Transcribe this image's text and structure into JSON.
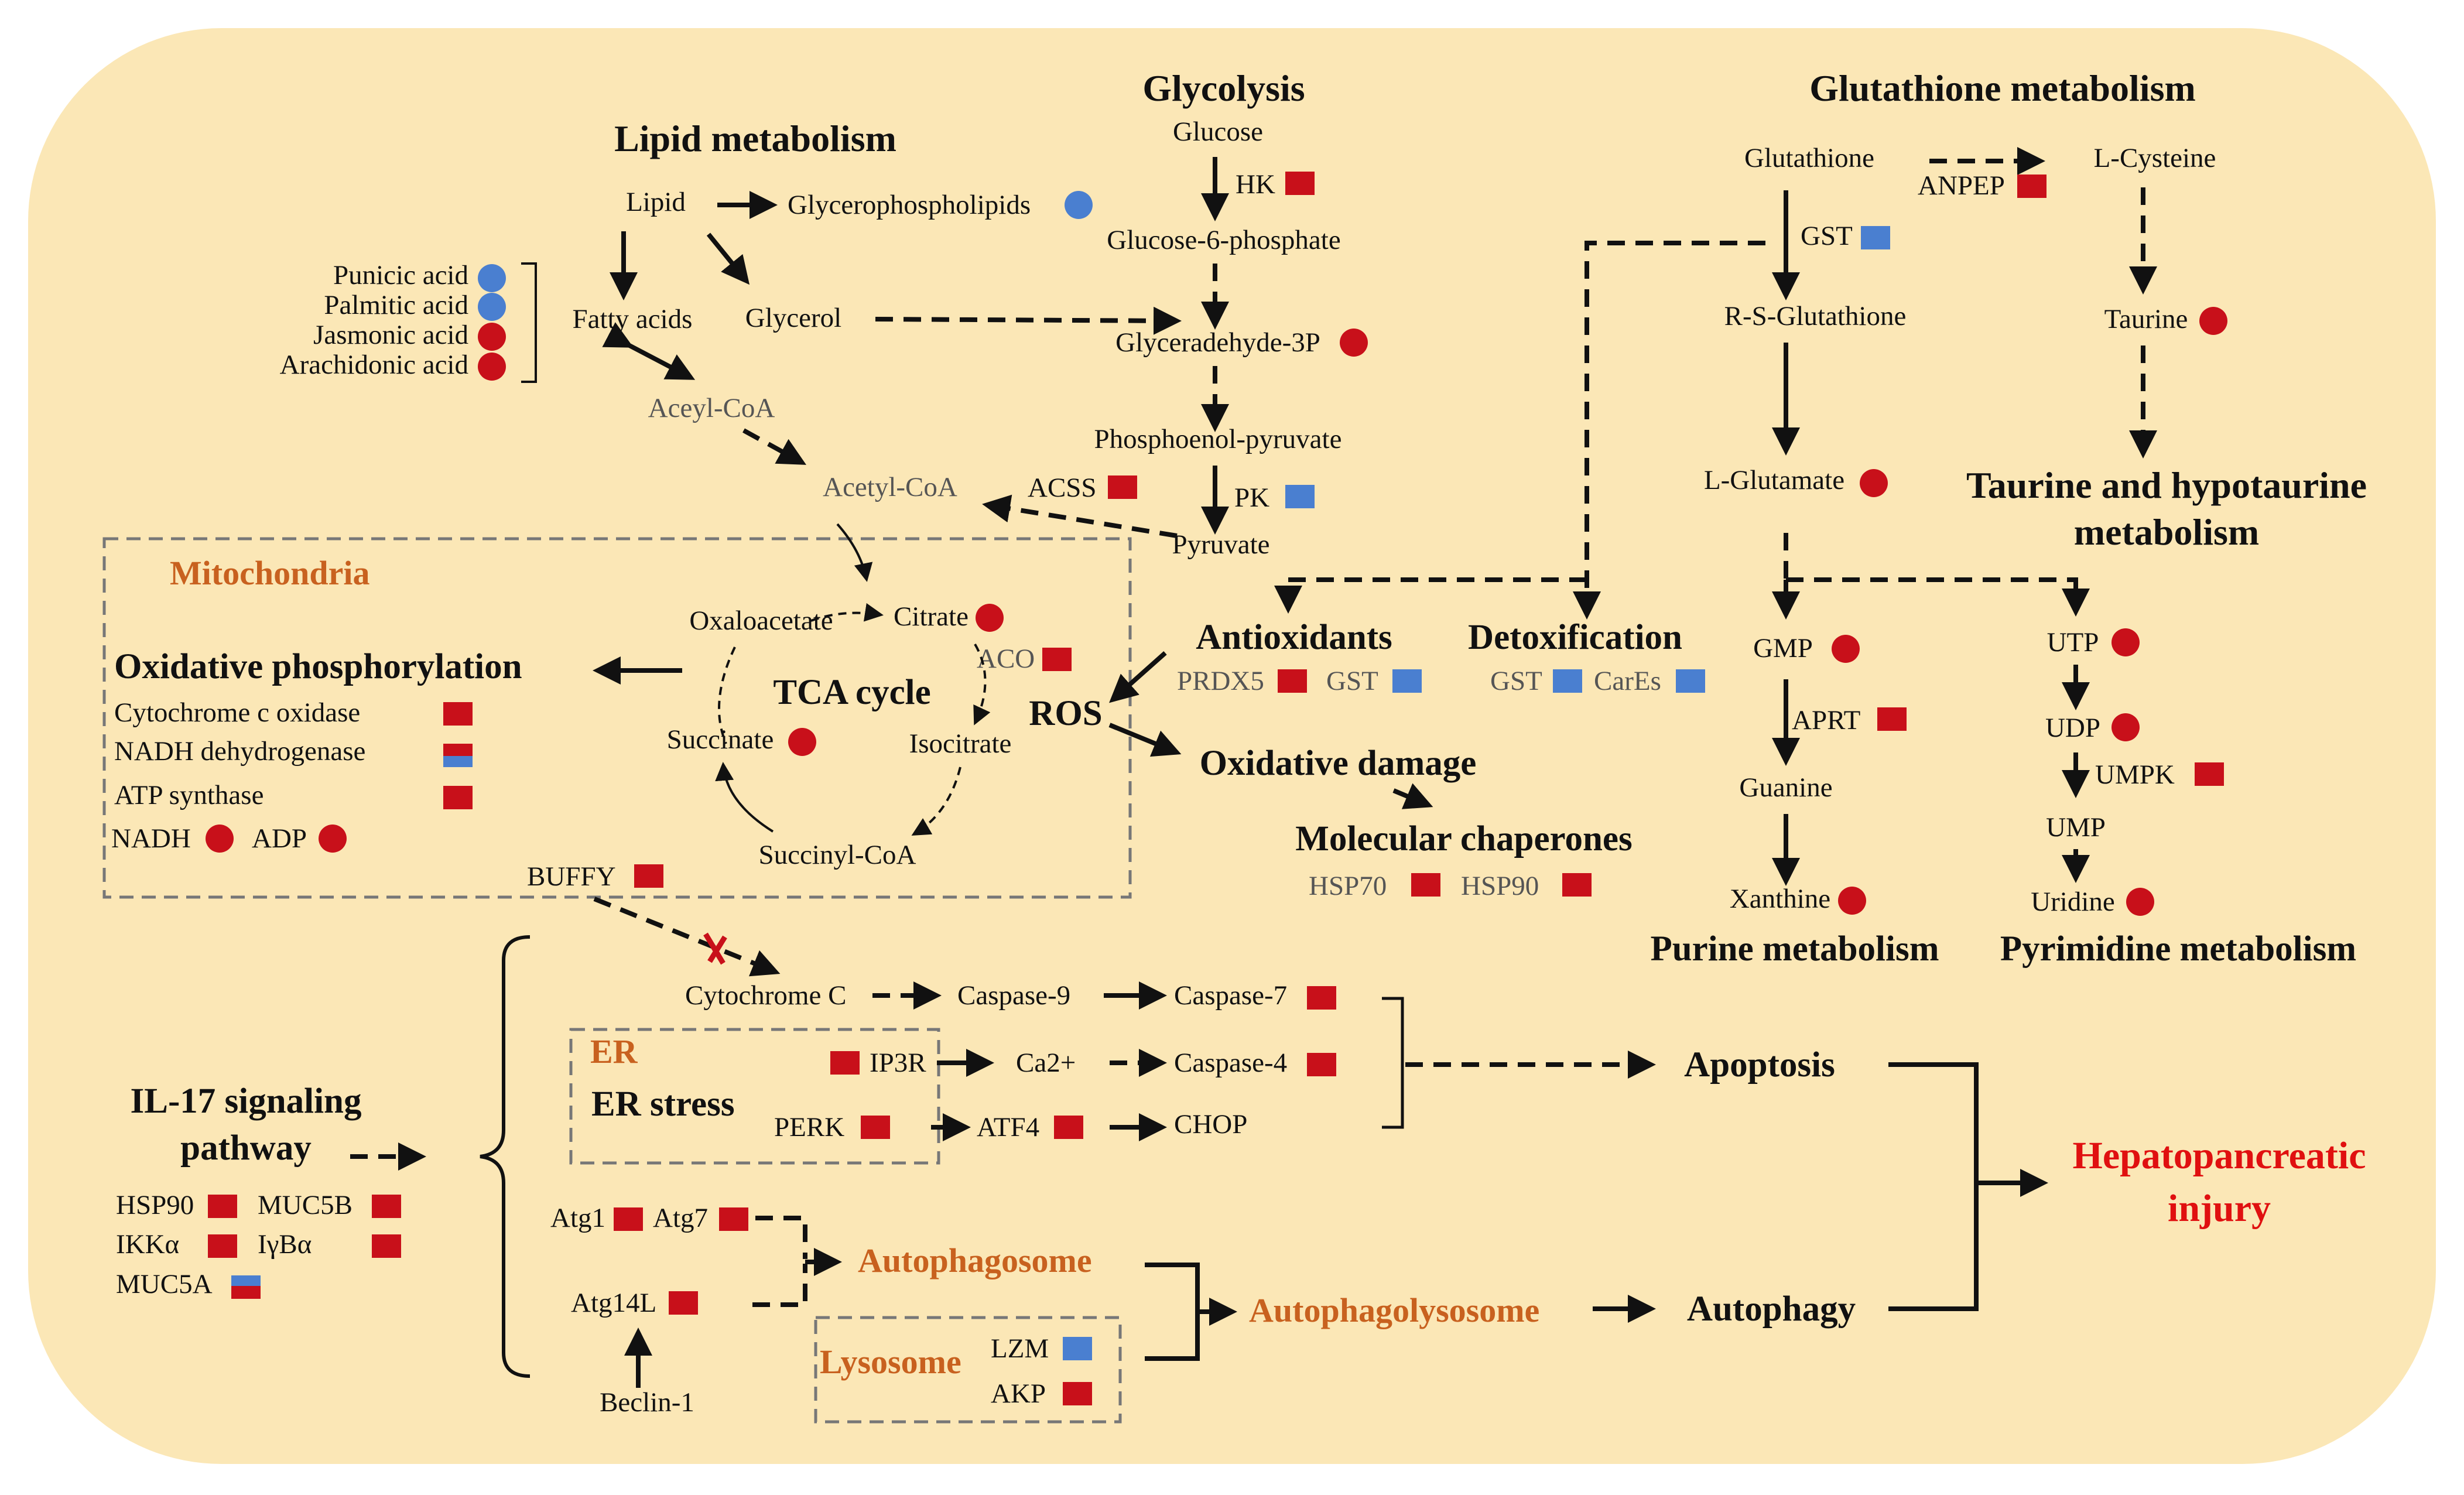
{
  "colors": {
    "background": "#fbe7b6",
    "up_regulated": "#c8101a",
    "down_regulated": "#4a7fd0",
    "compartment_label": "#c8611f",
    "outcome": "#e01010"
  },
  "sections": {
    "glycolysis": "Glycolysis",
    "lipid": "Lipid metabolism",
    "glutathione": "Glutathione metabolism",
    "taurine": "Taurine and hypotaurine",
    "taurine2": "metabolism",
    "mito": "Mitochondria",
    "oxphos": "Oxidative phosphorylation",
    "tca": "TCA cycle",
    "antiox": "Antioxidants",
    "detox": "Detoxification",
    "oxdamage": "Oxidative damage",
    "chaperones": "Molecular chaperones",
    "purine": "Purine metabolism",
    "pyrimidine": "Pyrimidine metabolism",
    "il17a": "IL-17 signaling",
    "il17b": "pathway",
    "er": "ER",
    "erstress": "ER stress",
    "apoptosis": "Apoptosis",
    "autophagosome": "Autophagosome",
    "autophagolysosome": "Autophagolysosome",
    "lysosome": "Lysosome",
    "autophagy": "Autophagy",
    "injury1": "Hepatopancreatic",
    "injury2": "injury"
  },
  "nodes": {
    "glucose": "Glucose",
    "hk": "HK",
    "g6p": "Glucose-6-phosphate",
    "g3p": "Glyceradehyde-3P",
    "pep": "Phosphoenol-pyruvate",
    "pk": "PK",
    "pyruvate": "Pyruvate",
    "acss": "ACSS",
    "lipid": "Lipid",
    "glycerophospholipids": "Glycerophospholipids",
    "glycerol": "Glycerol",
    "fatty_acids": "Fatty acids",
    "punicic": "Punicic acid",
    "palmitic": "Palmitic acid",
    "jasmonic": "Jasmonic acid",
    "arachidonic": "Arachidonic acid",
    "aceyl_coa": "Aceyl-CoA",
    "acetyl_coa": "Acetyl-CoA",
    "oxaloacetate": "Oxaloacetate",
    "citrate": "Citrate",
    "aco": "ACO",
    "isocitrate": "Isocitrate",
    "succinyl": "Succinyl-CoA",
    "succinate": "Succinate",
    "cco": "Cytochrome c oxidase",
    "nadh_dh": "NADH dehydrogenase",
    "atp_synthase": "ATP synthase",
    "nadh": "NADH",
    "adp": "ADP",
    "buffy": "BUFFY",
    "ros": "ROS",
    "prdx5": "PRDX5",
    "gst": "GST",
    "careS": "CarEs",
    "hsp70": "HSP70",
    "hsp90": "HSP90",
    "glutathione": "Glutathione",
    "anpep": "ANPEP",
    "lcys": "L-Cysteine",
    "rsg": "R-S-Glutathione",
    "taurine": "Taurine",
    "lglu": "L-Glutamate",
    "gmp": "GMP",
    "aprt": "APRT",
    "guanine": "Guanine",
    "xanthine": "Xanthine",
    "utp": "UTP",
    "udp": "UDP",
    "umpk": "UMPK",
    "ump": "UMP",
    "uridine": "Uridine",
    "cytc": "Cytochrome C",
    "casp9": "Caspase-9",
    "casp7": "Caspase-7",
    "ip3r": "IP3R",
    "ca2": "Ca2+",
    "casp4": "Caspase-4",
    "perk": "PERK",
    "atf4": "ATF4",
    "chop": "CHOP",
    "hsp90b": "HSP90",
    "muc5b": "MUC5B",
    "ikka": "IKKα",
    "iyba": "IγBα",
    "muc5a": "MUC5A",
    "atg1": "Atg1",
    "atg7": "Atg7",
    "atg14l": "Atg14L",
    "beclin": "Beclin-1",
    "lzm": "LZM",
    "akp": "AKP"
  }
}
